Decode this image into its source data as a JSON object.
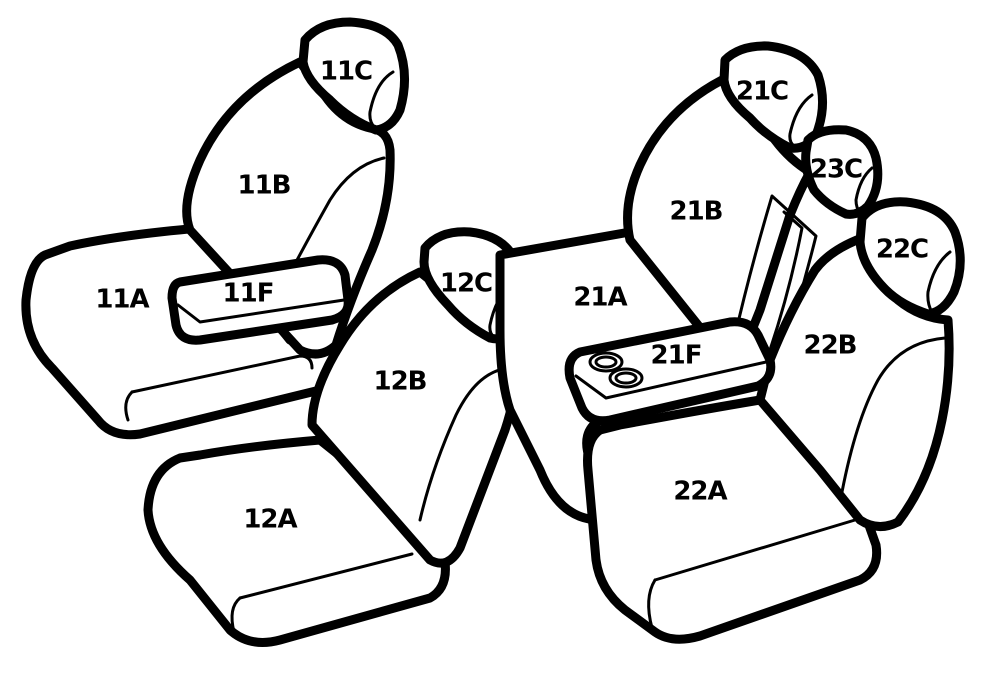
{
  "labels": {
    "p11A": "11A",
    "p11B": "11B",
    "p11C": "11C",
    "p11F": "11F",
    "p12A": "12A",
    "p12B": "12B",
    "p12C": "12C",
    "p21A": "21A",
    "p21B": "21B",
    "p21C": "21C",
    "p21F": "21F",
    "p22A": "22A",
    "p22B": "22B",
    "p22C": "22C",
    "p23C": "23C"
  }
}
